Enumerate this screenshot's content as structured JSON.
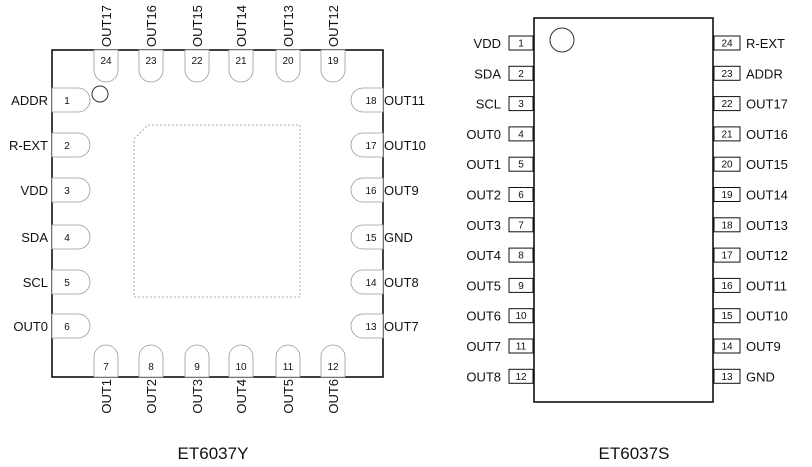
{
  "qfn": {
    "caption": "ET6037Y",
    "left": [
      {
        "num": "1",
        "label": "ADDR"
      },
      {
        "num": "2",
        "label": "R-EXT"
      },
      {
        "num": "3",
        "label": "VDD"
      },
      {
        "num": "4",
        "label": "SDA"
      },
      {
        "num": "5",
        "label": "SCL"
      },
      {
        "num": "6",
        "label": "OUT0"
      }
    ],
    "bottom": [
      {
        "num": "7",
        "label": "OUT1"
      },
      {
        "num": "8",
        "label": "OUT2"
      },
      {
        "num": "9",
        "label": "OUT3"
      },
      {
        "num": "10",
        "label": "OUT4"
      },
      {
        "num": "11",
        "label": "OUT5"
      },
      {
        "num": "12",
        "label": "OUT6"
      }
    ],
    "right": [
      {
        "num": "18",
        "label": "OUT11"
      },
      {
        "num": "17",
        "label": "OUT10"
      },
      {
        "num": "16",
        "label": "OUT9"
      },
      {
        "num": "15",
        "label": "GND"
      },
      {
        "num": "14",
        "label": "OUT8"
      },
      {
        "num": "13",
        "label": "OUT7"
      }
    ],
    "top": [
      {
        "num": "24",
        "label": "OUT17"
      },
      {
        "num": "23",
        "label": "OUT16"
      },
      {
        "num": "22",
        "label": "OUT15"
      },
      {
        "num": "21",
        "label": "OUT14"
      },
      {
        "num": "20",
        "label": "OUT13"
      },
      {
        "num": "19",
        "label": "OUT12"
      }
    ]
  },
  "sop": {
    "caption": "ET6037S",
    "left": [
      {
        "num": "1",
        "label": "VDD"
      },
      {
        "num": "2",
        "label": "SDA"
      },
      {
        "num": "3",
        "label": "SCL"
      },
      {
        "num": "4",
        "label": "OUT0"
      },
      {
        "num": "5",
        "label": "OUT1"
      },
      {
        "num": "6",
        "label": "OUT2"
      },
      {
        "num": "7",
        "label": "OUT3"
      },
      {
        "num": "8",
        "label": "OUT4"
      },
      {
        "num": "9",
        "label": "OUT5"
      },
      {
        "num": "10",
        "label": "OUT6"
      },
      {
        "num": "11",
        "label": "OUT7"
      },
      {
        "num": "12",
        "label": "OUT8"
      }
    ],
    "right": [
      {
        "num": "24",
        "label": "R-EXT"
      },
      {
        "num": "23",
        "label": "ADDR"
      },
      {
        "num": "22",
        "label": "OUT17"
      },
      {
        "num": "21",
        "label": "OUT16"
      },
      {
        "num": "20",
        "label": "OUT15"
      },
      {
        "num": "19",
        "label": "OUT14"
      },
      {
        "num": "18",
        "label": "OUT13"
      },
      {
        "num": "17",
        "label": "OUT12"
      },
      {
        "num": "16",
        "label": "OUT11"
      },
      {
        "num": "15",
        "label": "OUT10"
      },
      {
        "num": "14",
        "label": "OUT9"
      },
      {
        "num": "13",
        "label": "GND"
      }
    ]
  }
}
